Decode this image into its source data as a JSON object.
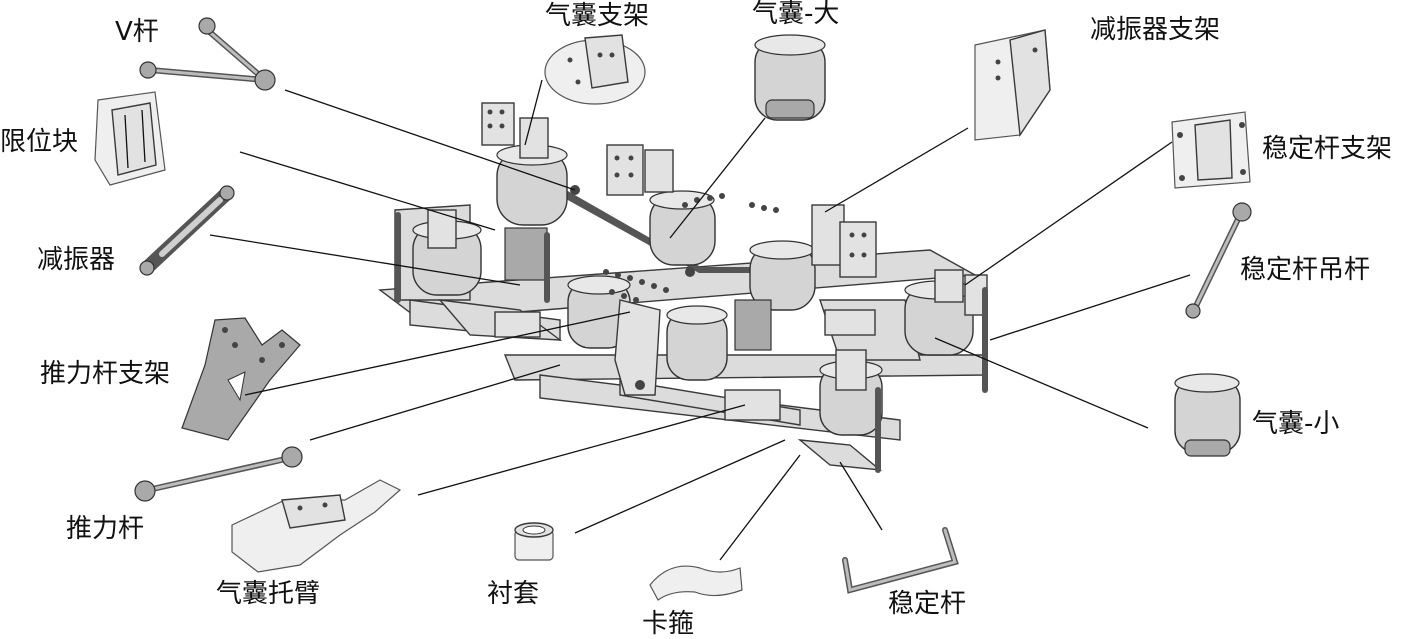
{
  "labels": {
    "v_rod": "V杆",
    "bag_bracket": "气囊支架",
    "bag_large": "气囊-大",
    "damper_bracket": "减振器支架",
    "limit_block": "限位块",
    "stabilizer_bracket": "稳定杆支架",
    "damper": "减振器",
    "stabilizer_hanger": "稳定杆吊杆",
    "thrust_rod_bracket": "推力杆支架",
    "bag_small": "气囊-小",
    "thrust_rod": "推力杆",
    "bag_arm": "气囊托臂",
    "bushing": "衬套",
    "clamp": "卡箍",
    "stabilizer_bar": "稳定杆"
  }
}
